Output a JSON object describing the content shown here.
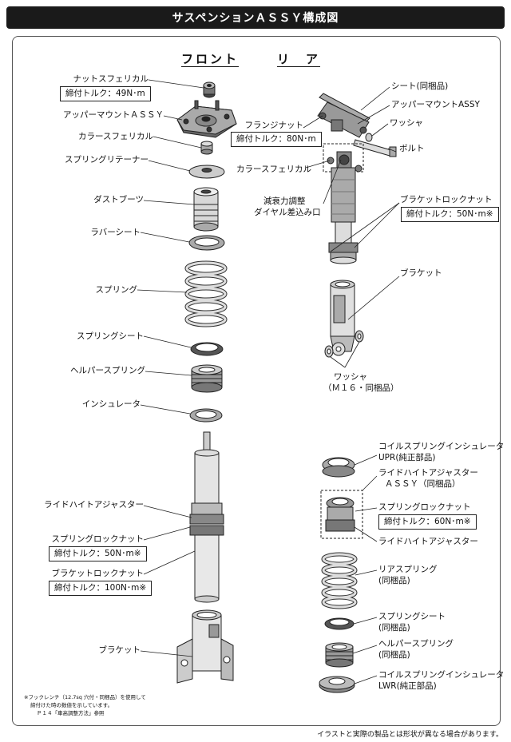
{
  "title": "サスペンションＡＳＳＹ構成図",
  "headings": {
    "front": "フロント",
    "rear": "リ　ア"
  },
  "front_labels": {
    "nut_spherical": "ナットスフェリカル",
    "nut_torque": "締付トルク：49N･m",
    "upper_mount": "アッパーマウントＡＳＳＹ",
    "collar_spherical": "カラースフェリカル",
    "spring_retainer": "スプリングリテーナー",
    "dust_boots": "ダストブーツ",
    "rubber_seat": "ラバーシート",
    "spring": "スプリング",
    "spring_seat": "スプリングシート",
    "helper_spring": "ヘルパースプリング",
    "insulator": "インシュレータ",
    "ride_height_adjuster": "ライドハイトアジャスター",
    "spring_lock_nut": "スプリングロックナット",
    "spring_lock_torque": "締付トルク：50N･m※",
    "bracket_lock_nut": "ブラケットロックナット",
    "bracket_lock_torque": "締付トルク：100N･m※",
    "bracket": "ブラケット"
  },
  "rear_labels": {
    "sheet": "シート(同梱品)",
    "upper_mount": "アッパーマウントASSY",
    "flange_nut": "フランジナット",
    "flange_torque": "締付トルク：80N･m",
    "washer": "ワッシャ",
    "bolt": "ボルト",
    "collar_spherical": "カラースフェリカル",
    "damping_dial_line1": "減衰力調整",
    "damping_dial_line2": "ダイヤル差込み口",
    "bracket_lock_nut": "ブラケットロックナット",
    "bracket_lock_torque": "締付トルク：50N･m※",
    "bracket": "ブラケット",
    "washer_m16_line1": "ワッシャ",
    "washer_m16_line2": "（Ｍ１６・同梱品）",
    "coil_insulator_upr_line1": "コイルスプリングインシュレータ",
    "coil_insulator_upr_line2": "UPR(純正部品)",
    "ride_height_assy_line1": "ライドハイトアジャスター",
    "ride_height_assy_line2": "ＡＳＳＹ（同梱品）",
    "spring_lock_nut": "スプリングロックナット",
    "spring_lock_torque": "締付トルク：60N･m※",
    "ride_height_adjuster": "ライドハイトアジャスター",
    "rear_spring_line1": "リアスプリング",
    "rear_spring_line2": "(同梱品)",
    "spring_seat_line1": "スプリングシート",
    "spring_seat_line2": "(同梱品)",
    "helper_spring_line1": "ヘルパースプリング",
    "helper_spring_line2": "(同梱品)",
    "coil_insulator_lwr_line1": "コイルスプリングインシュレータ",
    "coil_insulator_lwr_line2": "LWR(純正部品)"
  },
  "note": {
    "line1": "※フックレンチ（12.7sq 穴付・同梱品）を使用して",
    "line2": "締付けた時の数値を示しています。",
    "line3": "Ｐ１４「車高調整方法」参照"
  },
  "footer": "イラストと実際の製品とは形状が異なる場合があります。"
}
